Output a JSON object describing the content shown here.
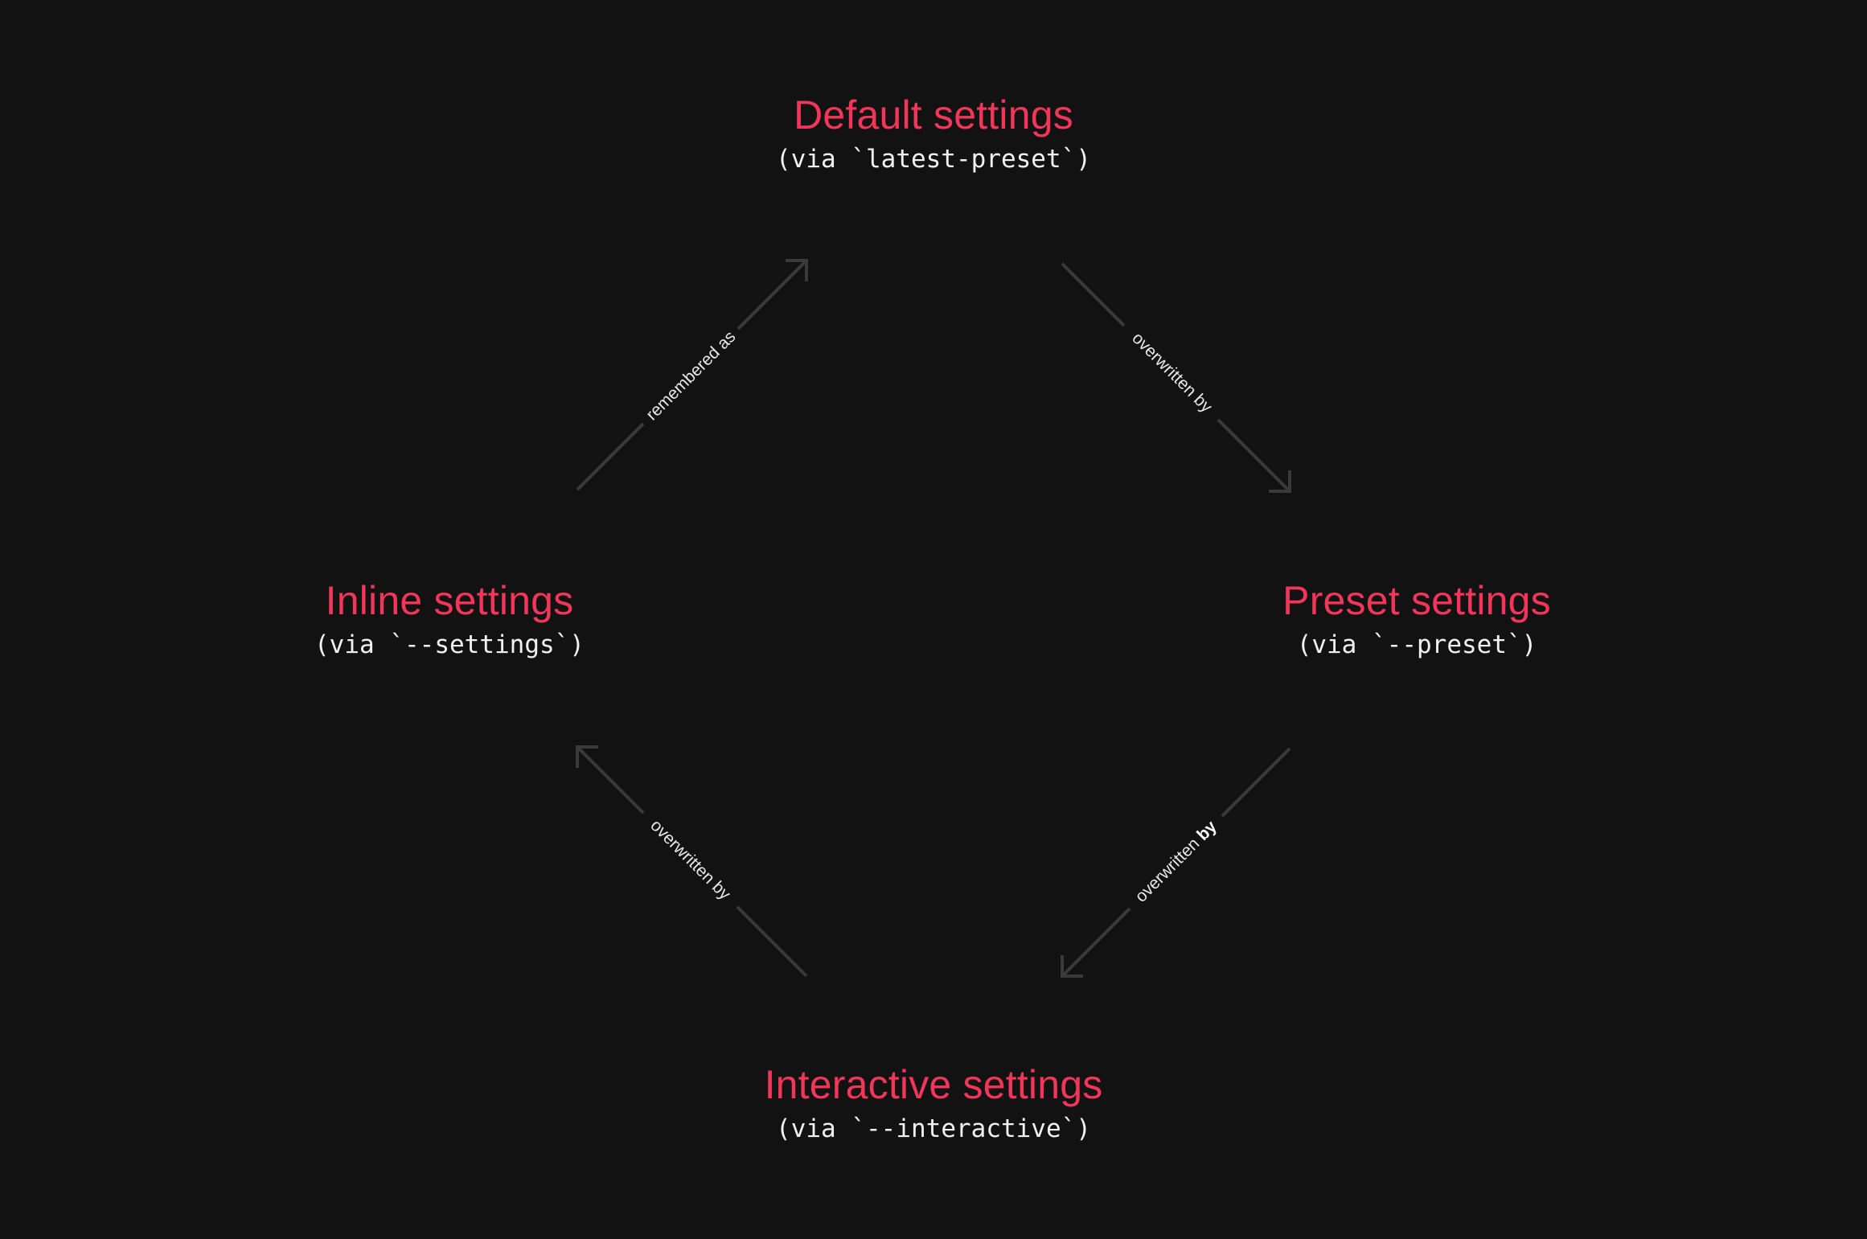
{
  "nodes": {
    "default": {
      "title": "Default settings",
      "subtitle": "(via `latest-preset`)"
    },
    "preset": {
      "title": "Preset settings",
      "subtitle": "(via `--preset`)"
    },
    "inline": {
      "title": "Inline settings",
      "subtitle": "(via `--settings`)"
    },
    "interactive": {
      "title": "Interactive settings",
      "subtitle": "(via `--interactive`)"
    }
  },
  "edges": {
    "default_to_preset": {
      "label": "overwritten by"
    },
    "preset_to_interactive": {
      "label_main": "overwritten",
      "label_emphasis": "by"
    },
    "interactive_to_inline": {
      "label": "overwritten by"
    },
    "inline_to_default": {
      "label": "remembered as"
    }
  },
  "colors": {
    "background": "#121212",
    "title": "#f2365a",
    "subtitle": "#f1f1f1",
    "arrow": "#3a3a3a",
    "edge_label": "#e8e8e8"
  }
}
